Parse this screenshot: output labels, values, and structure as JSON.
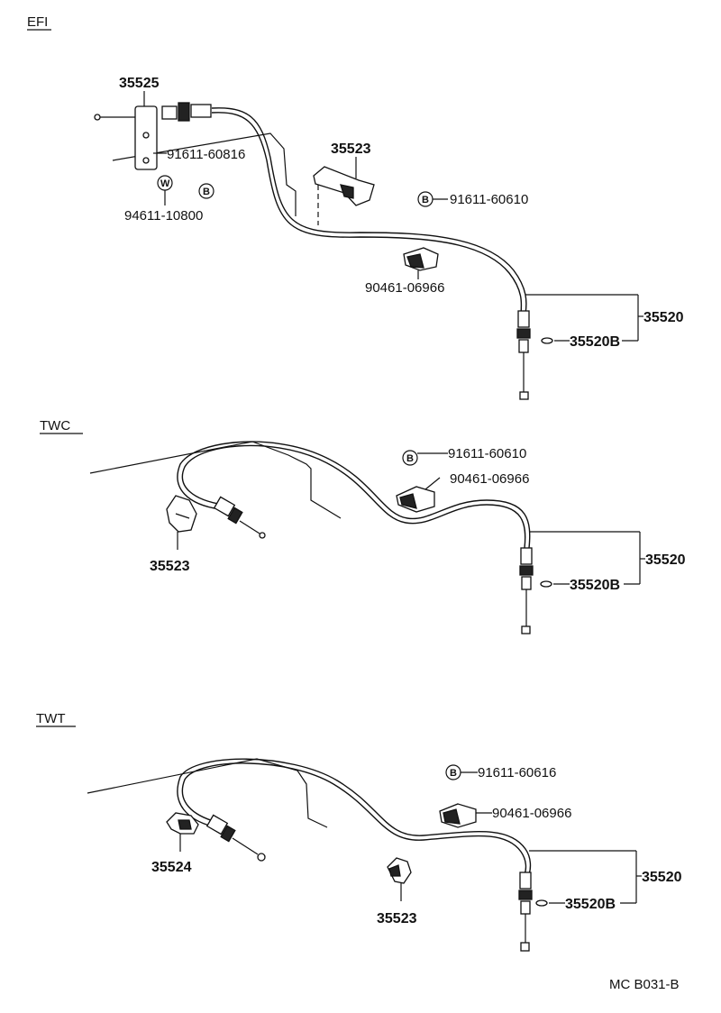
{
  "sections": [
    {
      "id": "efi",
      "title": "EFI",
      "labels": {
        "bracket_top": "35525",
        "bolt_a": "91611-60816",
        "washer_symbol": "W",
        "bolt_symbol": "B",
        "washer_part": "94611-10800",
        "clamp": "35523",
        "bolt_symbol_right": "B",
        "bolt_right": "91611-60610",
        "clip": "90461-06966",
        "cable_assy": "35520",
        "sub_part": "35520B"
      }
    },
    {
      "id": "twc",
      "title": "TWC",
      "labels": {
        "bolt_symbol": "B",
        "bolt": "91611-60610",
        "clip": "90461-06966",
        "clamp": "35523",
        "cable_assy": "35520",
        "sub_part": "35520B"
      }
    },
    {
      "id": "twt",
      "title": "TWT",
      "labels": {
        "bolt_symbol": "B",
        "bolt": "91611-60616",
        "clip": "90461-06966",
        "bracket": "35524",
        "clamp": "35523",
        "cable_assy": "35520",
        "sub_part": "35520B"
      }
    }
  ],
  "footer": {
    "code": "MC B031-B"
  }
}
